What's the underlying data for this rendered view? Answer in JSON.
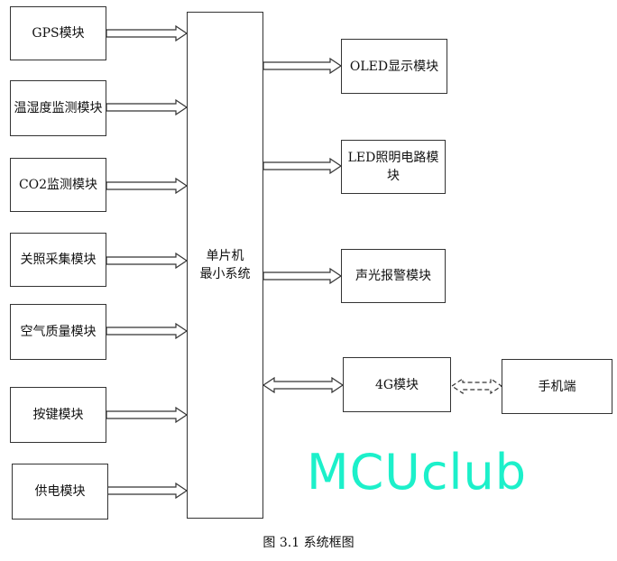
{
  "inputs": [
    "GPS模块",
    "温湿度监测模块",
    "CO2监测模块",
    "关照采集模块",
    "空气质量模块",
    "按键模块",
    "供电模块"
  ],
  "mcu": {
    "line1": "单片机",
    "line2": "最小系统"
  },
  "outputs": [
    "OLED显示模块",
    "LED照明电路模块",
    "声光报警模块"
  ],
  "comm": {
    "module": "4G模块",
    "phone": "手机端"
  },
  "caption": "图 3.1  系统框图",
  "watermark": "MCUclub"
}
